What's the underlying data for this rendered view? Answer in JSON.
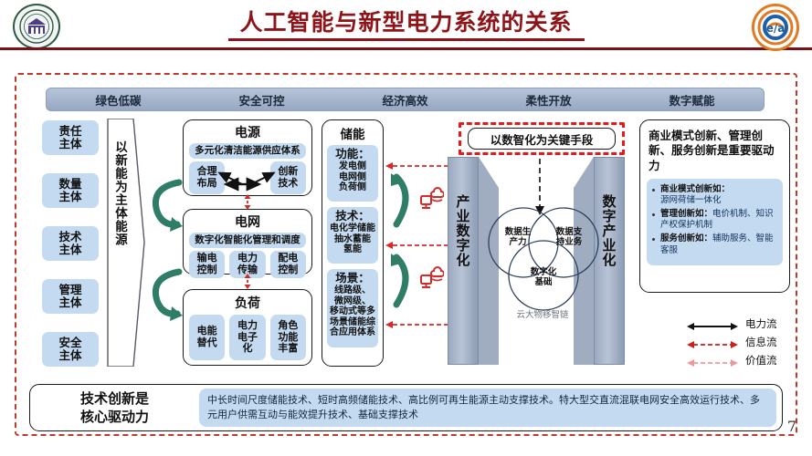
{
  "header": {
    "title": "人工智能与新型电力系统的关系",
    "logo_left": "wuhan-university-seal-logo",
    "logo_right": "electrical-engineering-institute-logo"
  },
  "banner": {
    "items": [
      "绿色低碳",
      "安全可控",
      "经济高效",
      "柔性开放",
      "数字赋能"
    ]
  },
  "left_column": {
    "subjects": [
      "责任\n主体",
      "数量\n主体",
      "技术\n主体",
      "管理\n主体",
      "安全\n主体"
    ],
    "subject_1": "责任主体",
    "subject_2": "数量主体",
    "subject_3": "技术主体",
    "subject_4": "管理主体",
    "subject_5": "安全主体",
    "vertical_label": "以新能为主体能源"
  },
  "chain": {
    "power_source": {
      "title": "电源",
      "wide": "多元化清洁能源供应体系",
      "cells": [
        "合理\n布局",
        "创新\n技术"
      ]
    },
    "power_grid": {
      "title": "电网",
      "wide": "数字化智能化管理和调度",
      "cells": [
        "输电\n控制",
        "电力\n传输",
        "配电\n控制"
      ]
    },
    "load": {
      "title": "负荷",
      "cells": [
        "电能\n替代",
        "电力\n电子\n化",
        "角色\n功能\n丰富"
      ]
    }
  },
  "storage": {
    "title": "储能",
    "blocks": [
      {
        "heading": "功能：",
        "body": "发电侧\n电网侧\n负荷侧"
      },
      {
        "heading": "技术：",
        "body": "电化学储能\n抽水蓄能\n氢能"
      },
      {
        "heading": "场景：",
        "body": "线路级、\n微网级、\n移动式等多\n场景储能综\n合应用体系"
      }
    ]
  },
  "digital": {
    "key_means": "以数智化为关键手段",
    "left_pillar": "产业数字化",
    "right_pillar": "数字产业化",
    "venn": [
      "数据生\n产力",
      "数据支\n持业务",
      "数字化\n基础"
    ],
    "venn_left": "数据生产力",
    "venn_right": "数据支持业务",
    "venn_bottom": "数字化基础",
    "cloud_tag": "云大物移智链"
  },
  "right_panel": {
    "title": "商业模式创新、管理创新、服务创新是重要驱动力",
    "bullets": [
      {
        "label": "商业模式创新如：",
        "text": "源网荷储一体化"
      },
      {
        "label": "管理创新如：",
        "text": "电价机制、知识产权保护机制"
      },
      {
        "label": "服务创新如：",
        "text": "辅助服务、智能客服"
      }
    ]
  },
  "legend": {
    "items": [
      {
        "name": "电力流",
        "style": "solid",
        "color": "#111111"
      },
      {
        "name": "信息流",
        "style": "dashed",
        "color": "#cc1f1f"
      },
      {
        "name": "价值流",
        "style": "dashed",
        "color": "#e79a9e"
      }
    ]
  },
  "bottom": {
    "title": "技术创新是\n核心驱动力",
    "title_line1": "技术创新是",
    "title_line2": "核心驱动力",
    "text": "中长时间尺度储能技术、短时高频储能技术、高比例可再生能源主动支撑技术。特大型交直流混联电网安全高效运行技术、多元用户供需互动与能效提升技术、基础支撑技术"
  },
  "page_number": "7",
  "colors": {
    "title_red": "#8f1419",
    "box_blue": "#c3daf0",
    "banner_blue": "#97a8c4",
    "pillar_gray": "#9aa9bf",
    "dash_red": "#c0392b",
    "arrow_green": "#2f7d66"
  }
}
